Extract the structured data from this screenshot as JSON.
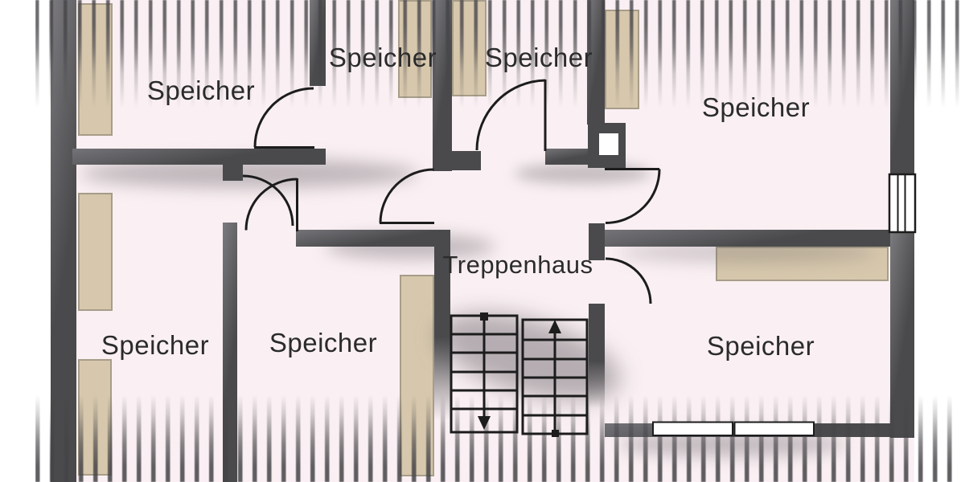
{
  "plan": {
    "type": "floor-plan",
    "rooms": [
      {
        "id": "speicher-top-left",
        "label": "Speicher"
      },
      {
        "id": "speicher-top-mid-left",
        "label": "Speicher"
      },
      {
        "id": "speicher-top-mid-right",
        "label": "Speicher"
      },
      {
        "id": "speicher-top-right",
        "label": "Speicher"
      },
      {
        "id": "speicher-bottom-left",
        "label": "Speicher"
      },
      {
        "id": "speicher-bottom-mid",
        "label": "Speicher"
      },
      {
        "id": "speicher-bottom-right",
        "label": "Speicher"
      },
      {
        "id": "treppenhaus",
        "label": "Treppenhaus"
      }
    ],
    "symbols": [
      "stairs-flight-down-arrow",
      "stairs-flight-up-arrow",
      "door-swing-arc",
      "window-symbol",
      "chimney-symbol",
      "roof-hatching"
    ],
    "colors": {
      "background": "#ffffff",
      "room_fill": "#faf0f3",
      "wall": "#4a4a4c",
      "cabinet_fill": "#d7c8ad",
      "line": "#1c1c1c",
      "label_text": "#2b2b2b"
    }
  }
}
